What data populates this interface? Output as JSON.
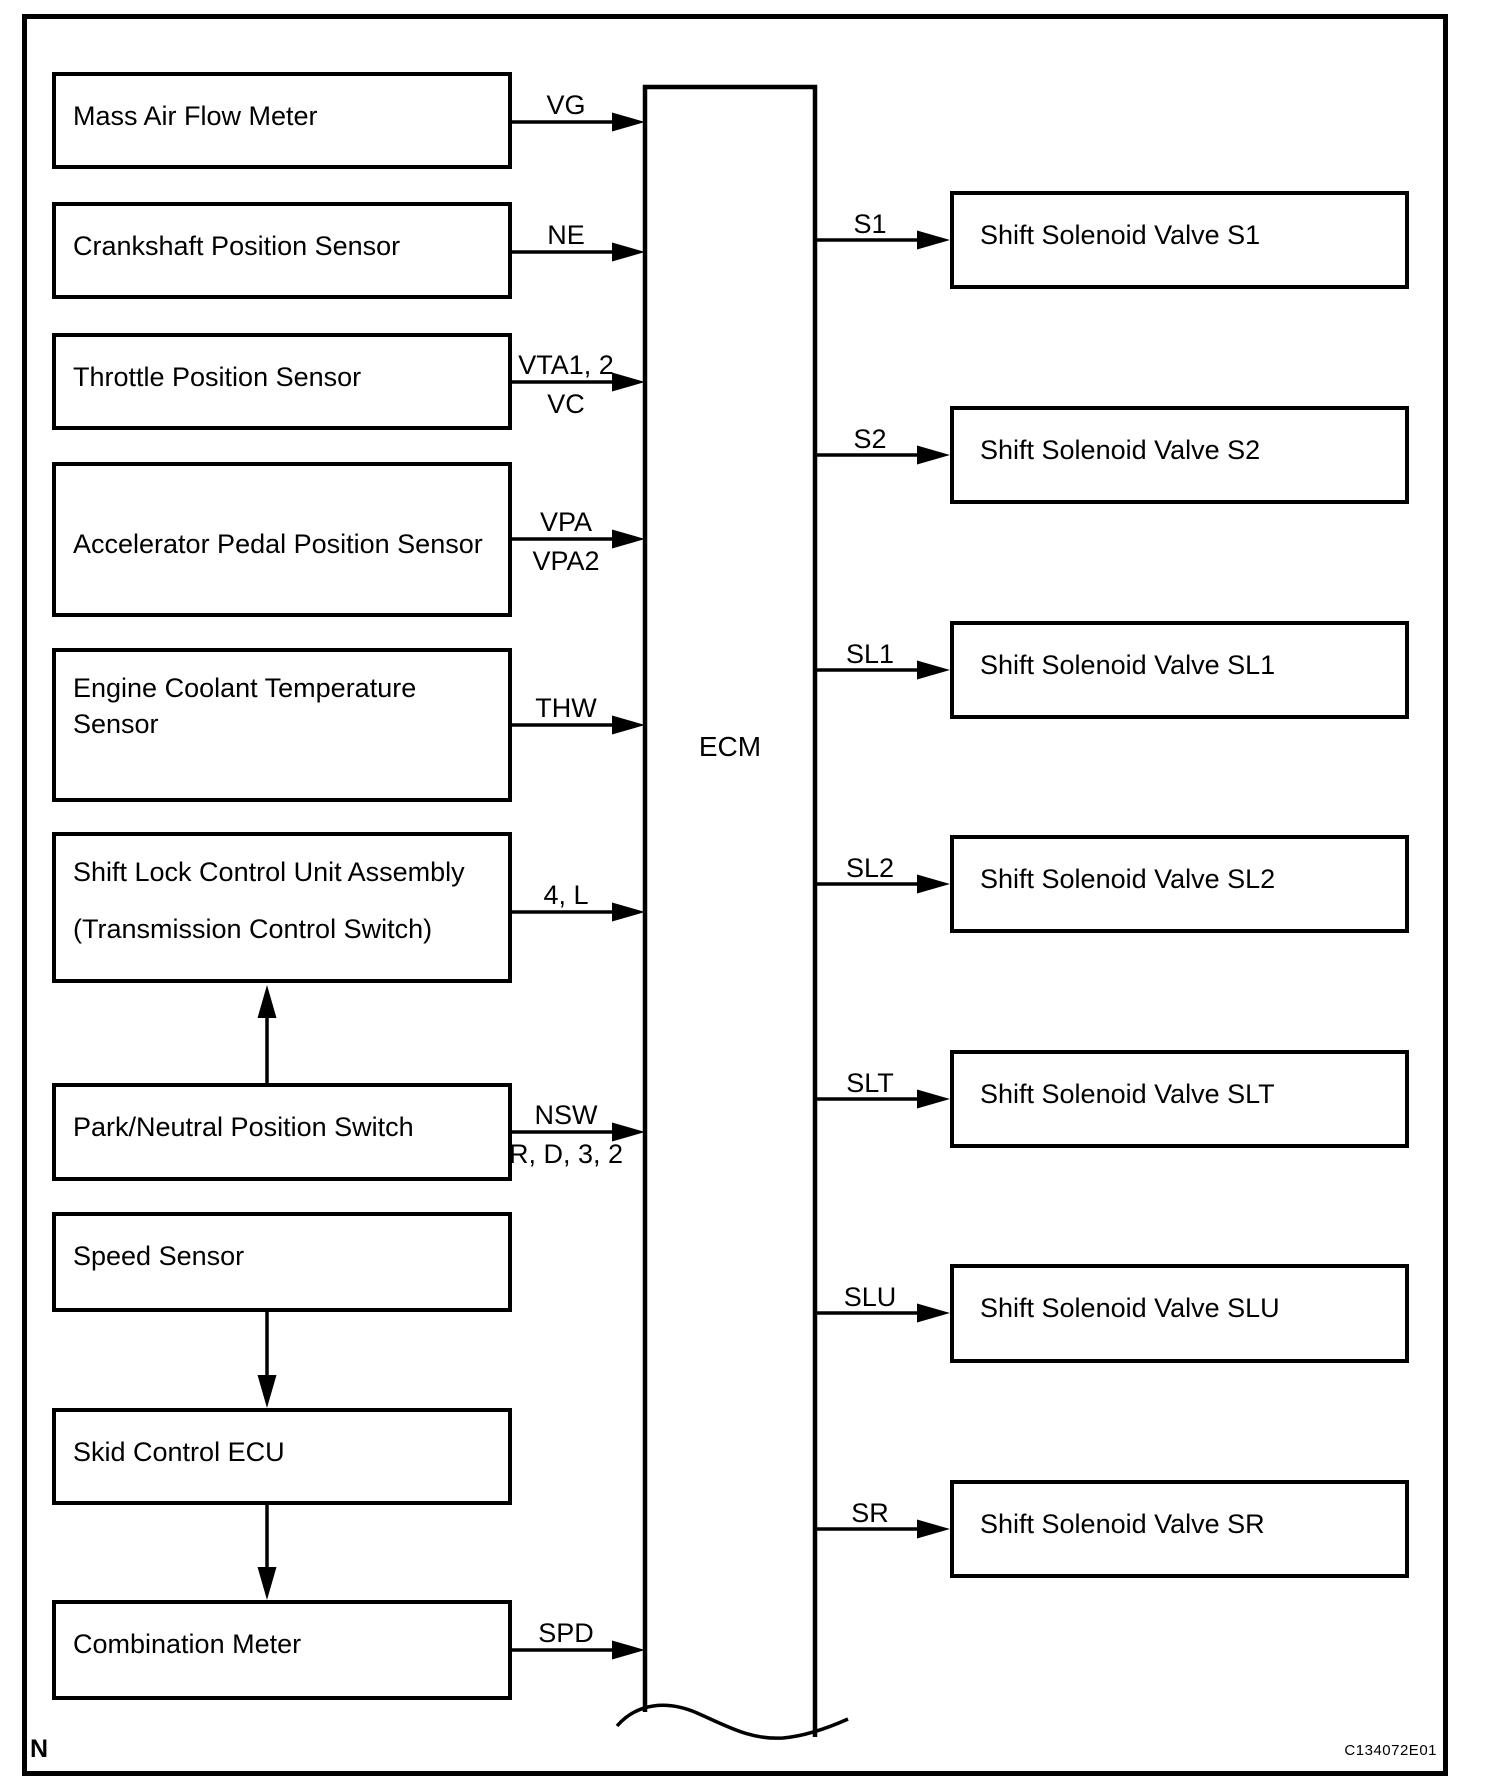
{
  "page": {
    "background": "#ffffff",
    "ink": "#000000"
  },
  "corner_label": "N",
  "figure_code": "C134072E01",
  "ecm": {
    "label": "ECM"
  },
  "inputs": [
    {
      "name": "Mass Air Flow Meter",
      "signal_above": "VG"
    },
    {
      "name": "Crankshaft Position Sensor",
      "signal_above": "NE"
    },
    {
      "name": "Throttle Position Sensor",
      "signal_above": "VTA1, 2",
      "signal_below": "VC"
    },
    {
      "name": "Accelerator Pedal Position Sensor",
      "signal_above": "VPA",
      "signal_below": "VPA2"
    },
    {
      "name": "Engine Coolant Temperature Sensor",
      "signal_above": "THW"
    },
    {
      "name": "Shift Lock Control Unit Assembly",
      "name2": "(Transmission Control Switch)",
      "signal_above": "4, L"
    },
    {
      "name": "Park/Neutral Position Switch",
      "signal_above": "NSW",
      "signal_below": "R, D, 3, 2"
    },
    {
      "name": "Speed Sensor"
    },
    {
      "name": "Skid Control ECU"
    },
    {
      "name": "Combination Meter",
      "signal_above": "SPD"
    }
  ],
  "outputs": [
    {
      "signal": "S1",
      "name": "Shift Solenoid Valve S1"
    },
    {
      "signal": "S2",
      "name": "Shift Solenoid Valve S2"
    },
    {
      "signal": "SL1",
      "name": "Shift Solenoid Valve SL1"
    },
    {
      "signal": "SL2",
      "name": "Shift Solenoid Valve SL2"
    },
    {
      "signal": "SLT",
      "name": "Shift Solenoid Valve SLT"
    },
    {
      "signal": "SLU",
      "name": "Shift Solenoid Valve SLU"
    },
    {
      "signal": "SR",
      "name": "Shift Solenoid Valve SR"
    }
  ]
}
